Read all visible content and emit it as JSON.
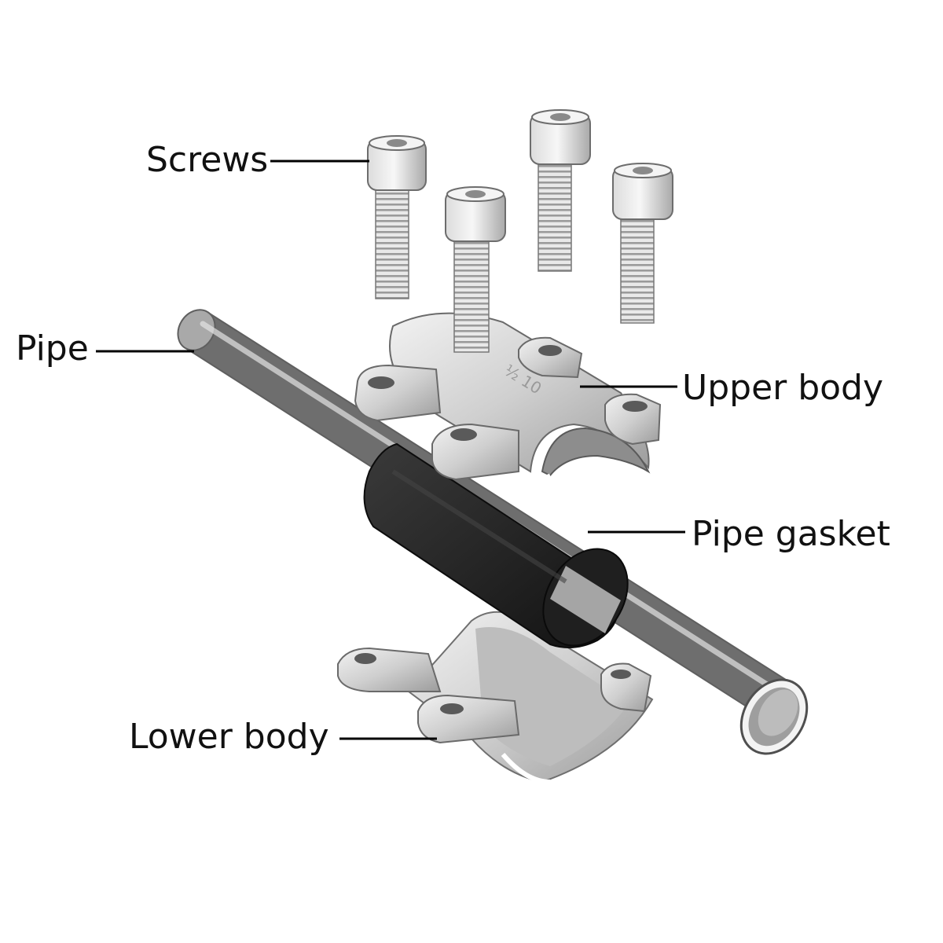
{
  "labels": {
    "screws": "Screws",
    "pipe": "Pipe",
    "upper_body": "Upper body",
    "pipe_gasket": "Pipe gasket",
    "lower_body": "Lower body"
  },
  "colors": {
    "metal_light": "#e6e6e6",
    "metal_mid": "#b5b5b5",
    "metal_dark": "#7a7a7a",
    "gasket": "#2b2b2b",
    "leader_line": "#000000"
  }
}
